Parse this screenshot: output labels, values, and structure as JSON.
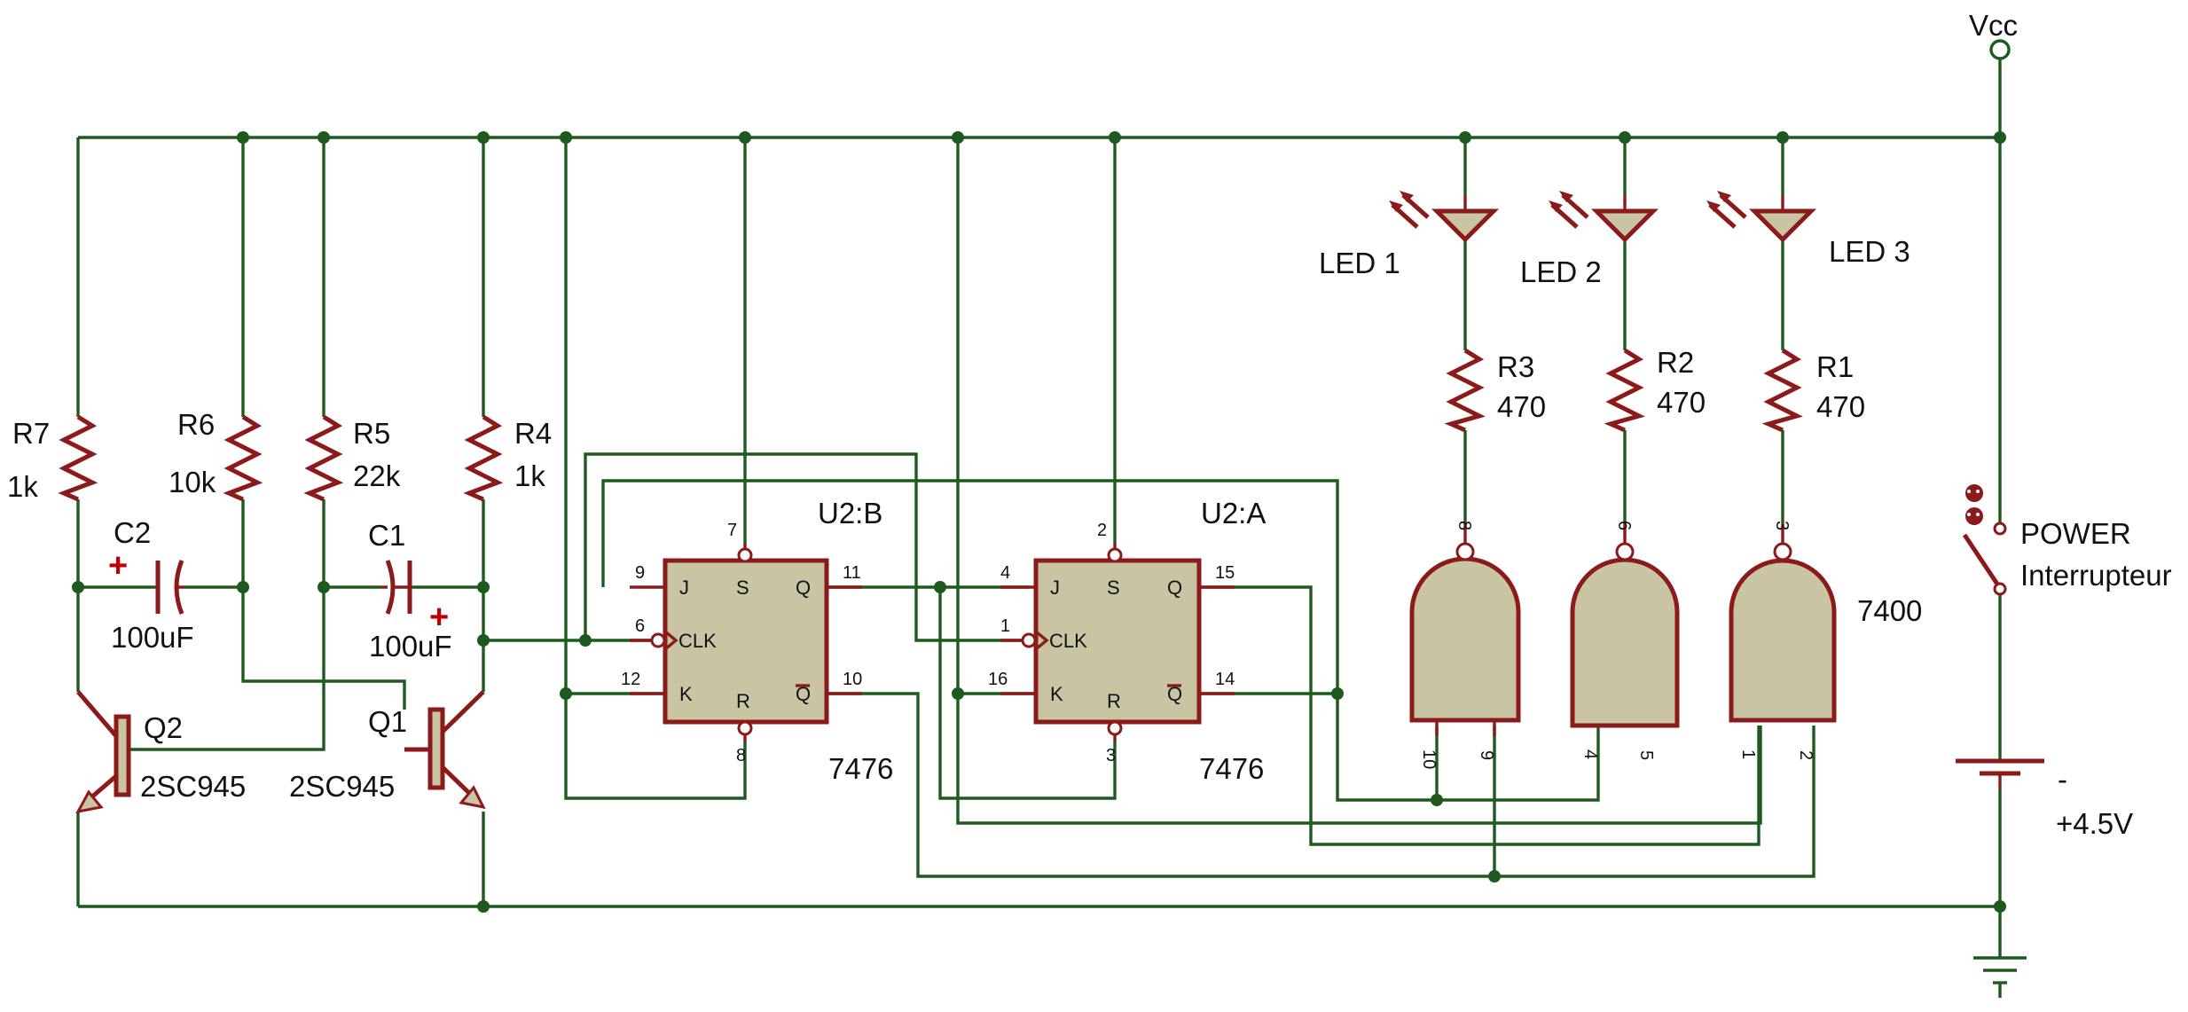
{
  "labels": {
    "vcc": "Vcc",
    "r7": "R7",
    "r7_val": "1k",
    "r6": "R6",
    "r6_val": "10k",
    "r5": "R5",
    "r5_val": "22k",
    "r4": "R4",
    "r4_val": "1k",
    "c2": "C2",
    "c2_val": "100uF",
    "c1": "C1",
    "c1_val": "100uF",
    "q2": "Q2",
    "q2_val": "2SC945",
    "q1": "Q1",
    "q1_val": "2SC945",
    "u2b": "U2:B",
    "u2b_type": "7476",
    "u2a": "U2:A",
    "u2a_type": "7476",
    "led1": "LED 1",
    "led2": "LED 2",
    "led3": "LED 3",
    "r3": "R3",
    "r3_val": "470",
    "r2": "R2",
    "r2_val": "470",
    "r1": "R1",
    "r1_val": "470",
    "nand_type": "7400",
    "power": "POWER",
    "switch_name": "Interrupteur",
    "battery_minus": "-",
    "battery_voltage": "+4.5V",
    "plus": "+"
  },
  "ff_pins": {
    "j": "J",
    "s": "S",
    "q": "Q",
    "clk": "CLK",
    "k": "K",
    "r": "R",
    "qbar": "Q"
  },
  "pins": {
    "b_j": "9",
    "b_s": "7",
    "b_q": "11",
    "b_clk": "6",
    "b_k": "12",
    "b_r": "8",
    "b_qbar": "10",
    "a_j": "4",
    "a_s": "2",
    "a_q": "15",
    "a_clk": "1",
    "a_k": "16",
    "a_r": "3",
    "a_qbar": "14",
    "g1_out": "8",
    "g1_in1": "10",
    "g1_in2": "9",
    "g2_out": "6",
    "g2_in1": "4",
    "g2_in2": "5",
    "g3_out": "3",
    "g3_in1": "1",
    "g3_in2": "2"
  },
  "colors": {
    "wire": "#1e5a1e",
    "component": "#8b1a1a",
    "ic_fill": "#c8c4a4",
    "polarity": "#c00000"
  }
}
